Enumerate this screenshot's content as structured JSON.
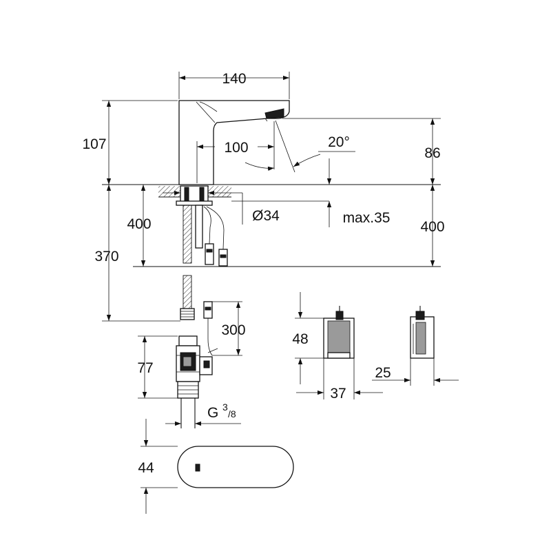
{
  "drawing": {
    "dimensions": {
      "width_top": "140",
      "height_spout": "107",
      "reach": "100",
      "angle": "20°",
      "outlet_height": "86",
      "counter_below_left": "400",
      "supply_length": "370",
      "hole_diameter": "Ø34",
      "max_counter_thickness": "max.35",
      "counter_below_right": "400",
      "sensor_cable": "300",
      "valve_height": "77",
      "thread_main": "G",
      "thread_sup": "3",
      "thread_sub": "/8",
      "battery_height": "48",
      "battery_width": "37",
      "battery_depth": "25",
      "base_width": "44"
    },
    "colors": {
      "line": "#111111",
      "fill_dark": "#1c1c1c",
      "fill_grey": "#9a9a9a",
      "background": "#ffffff"
    }
  }
}
